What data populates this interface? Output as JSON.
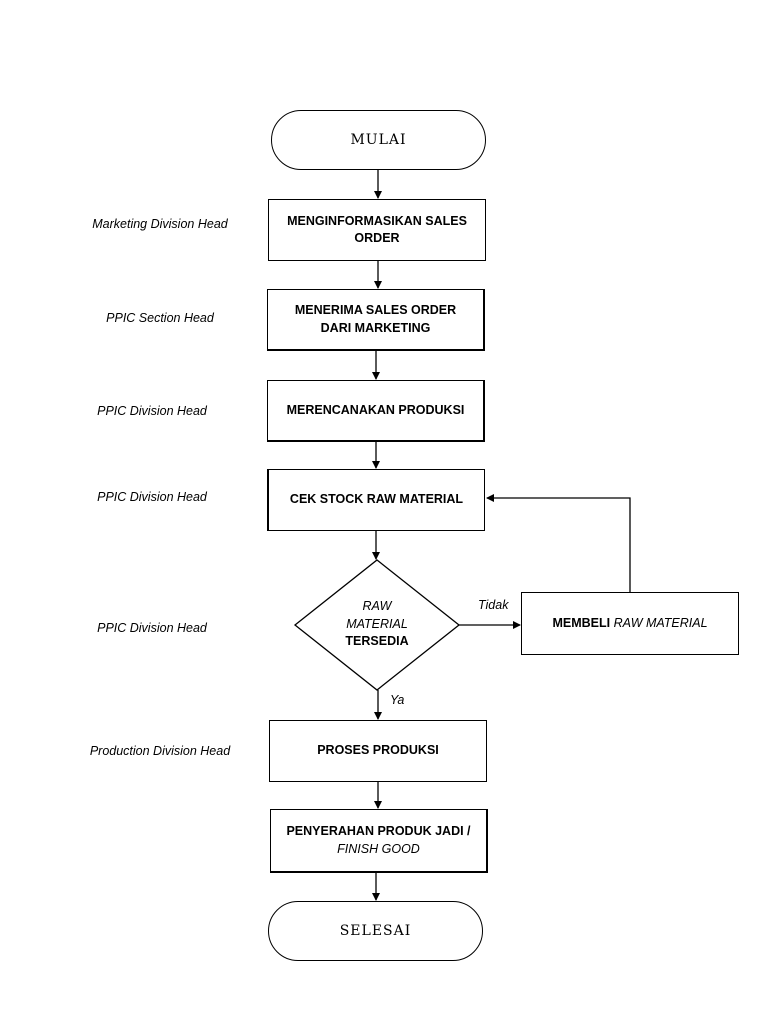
{
  "terminals": {
    "start": "MULAI",
    "end": "SELESAI"
  },
  "roles": {
    "r1": "Marketing Division Head",
    "r2": "PPIC Section Head",
    "r3": "PPIC Division Head",
    "r4": "PPIC Division Head",
    "r5": "PPIC Division Head",
    "r6": "Production Division Head"
  },
  "steps": {
    "inform_sales_order": "MENGINFORMASIKAN SALES ORDER",
    "receive_sales_order": "MENERIMA SALES ORDER DARI MARKETING",
    "plan_production": "MERENCANAKAN PRODUKSI",
    "check_stock": "CEK STOCK RAW MATERIAL",
    "buy_prefix": "MEMBELI",
    "buy_italic": "RAW MATERIAL",
    "production_process": "PROSES PRODUKSI",
    "handover_line1": "PENYERAHAN PRODUK JADI /",
    "handover_line2": "FINISH GOOD"
  },
  "decision": {
    "line1": "RAW",
    "line2": "MATERIAL",
    "line3": "TERSEDIA",
    "yes_label": "Ya",
    "no_label": "Tidak"
  }
}
